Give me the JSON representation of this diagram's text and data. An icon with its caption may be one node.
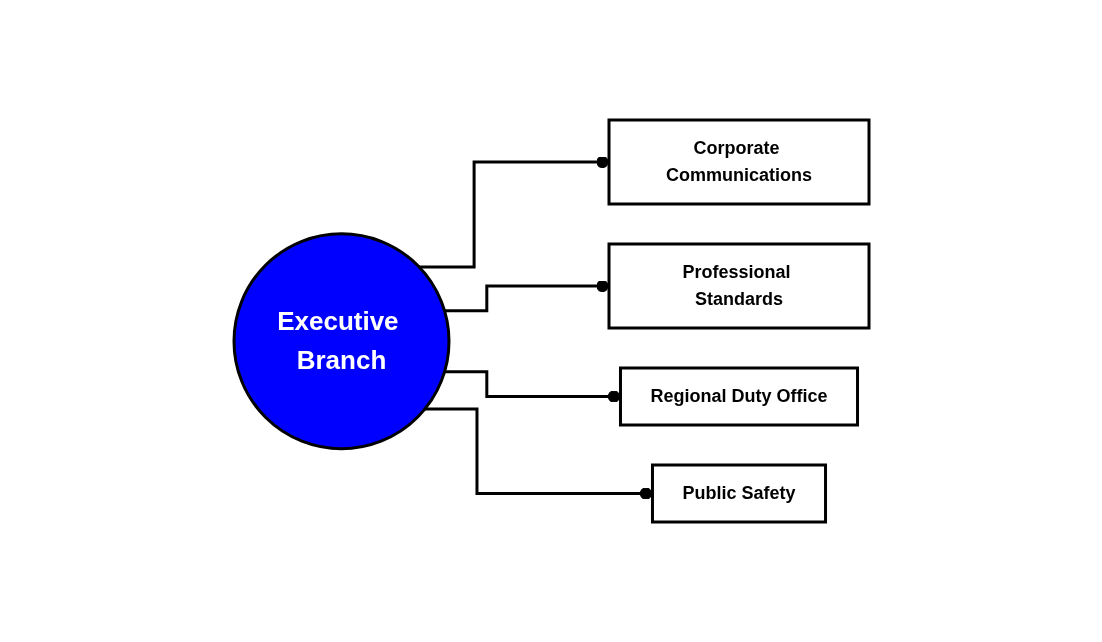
{
  "diagram": {
    "nodes": [
      {
        "text": [
          "Executive Branch"
        ]
      },
      {
        "text": [
          "Corporate Communications"
        ]
      },
      {
        "text": [
          "Professional Standards"
        ]
      },
      {
        "text": [
          "Regional Duty Office"
        ]
      },
      {
        "text": [
          "Public Safety"
        ]
      }
    ],
    "edges": [
      {
        "from": 0,
        "to": 1,
        "arrow": "other"
      },
      {
        "from": 0,
        "to": 2,
        "arrow": "other"
      },
      {
        "from": 0,
        "to": 3,
        "arrow": "other"
      },
      {
        "from": 0,
        "to": 4,
        "arrow": "other"
      }
    ]
  }
}
